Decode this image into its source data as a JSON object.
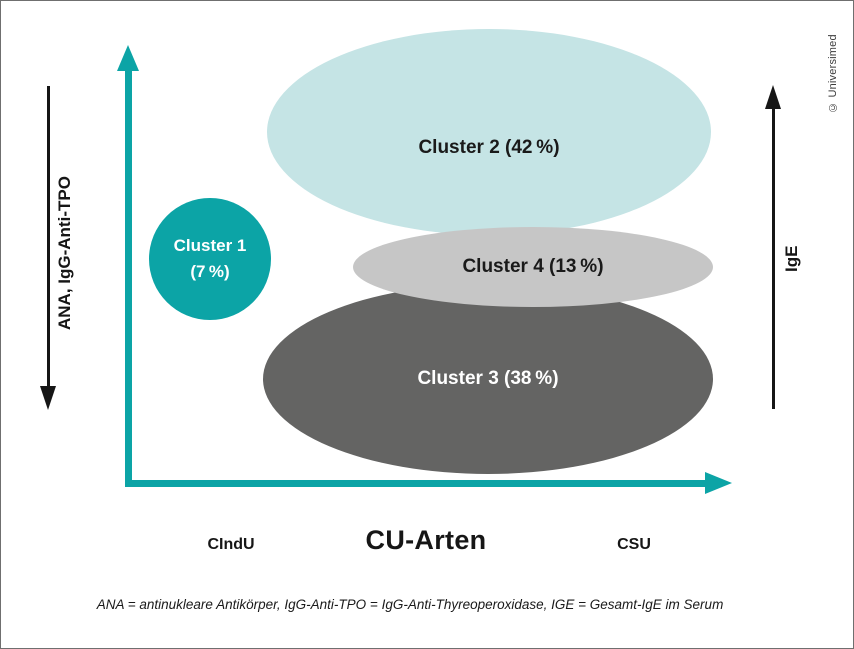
{
  "figure": {
    "copyright": "© Universimed",
    "axes": {
      "y_left_label": "ANA, IgG-Anti-TPO",
      "y_right_label": "IgE",
      "x_title": "CU-Arten",
      "x_tick_left": "CIndU",
      "x_tick_right": "CSU"
    },
    "clusters": [
      {
        "name": "Cluster 1",
        "pct": 7,
        "label": "Cluster 1",
        "pct_label": "(7 %)",
        "color": "#0ca4a6",
        "text_color": "#ffffff"
      },
      {
        "name": "Cluster 2",
        "pct": 42,
        "label": "Cluster 2 (42 %)",
        "color": "#c5e4e5",
        "text_color": "#1a1a1a"
      },
      {
        "name": "Cluster 3",
        "pct": 38,
        "label": "Cluster 3 (38 %)",
        "color": "#646463",
        "text_color": "#ffffff"
      },
      {
        "name": "Cluster 4",
        "pct": 13,
        "label": "Cluster 4 (13 %)",
        "color": "#c6c6c6",
        "text_color": "#1a1a1a"
      }
    ],
    "footnote": "ANA = antinukleare Antikörper, IgG-Anti-TPO = IgG-Anti-Thyreoperoxidase, IGE = Gesamt-IgE im Serum",
    "colors": {
      "axis_teal": "#0ca4a6",
      "arrow_black": "#161616",
      "background": "#ffffff",
      "border": "#6f6f6f"
    }
  }
}
